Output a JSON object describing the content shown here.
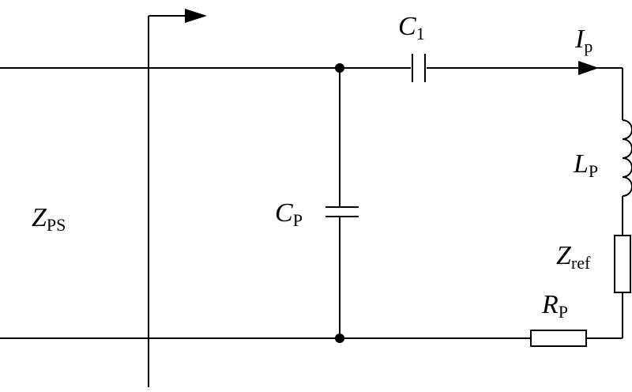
{
  "labels": {
    "c1": {
      "main": "C",
      "sub": "1"
    },
    "ip": {
      "main": "I",
      "sub": "p"
    },
    "lp": {
      "main": "L",
      "sub": "P"
    },
    "cp": {
      "main": "C",
      "sub": "P"
    },
    "zps": {
      "main": "Z",
      "sub": "PS"
    },
    "zref": {
      "main": "Z",
      "sub": "ref"
    },
    "rp": {
      "main": "R",
      "sub": "P"
    }
  }
}
